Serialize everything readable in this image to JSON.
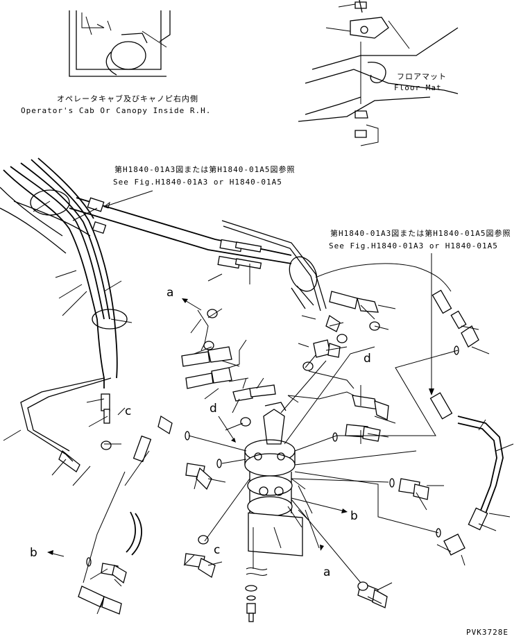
{
  "header": {
    "cab_jp": "オペレータキャブ及びキャノピ右内側",
    "cab_en": "Operator's Cab Or Canopy Inside R.H.",
    "floor_jp": "フロアマット",
    "floor_en": "Floor Mat"
  },
  "references": {
    "ref1_jp": "第H1840-01A3図または第H1840-01A5図参照",
    "ref1_en": "See Fig.H1840-01A3 or H1840-01A5",
    "ref2_jp": "第H1840-01A3図または第H1840-01A5図参照",
    "ref2_en": "See Fig.H1840-01A3 or H1840-01A5"
  },
  "callouts": {
    "a1": "a",
    "a2": "a",
    "b1": "b",
    "b2": "b",
    "c1": "c",
    "c2": "c",
    "d1": "d",
    "d2": "d"
  },
  "footer": {
    "code": "PVK3728E"
  }
}
